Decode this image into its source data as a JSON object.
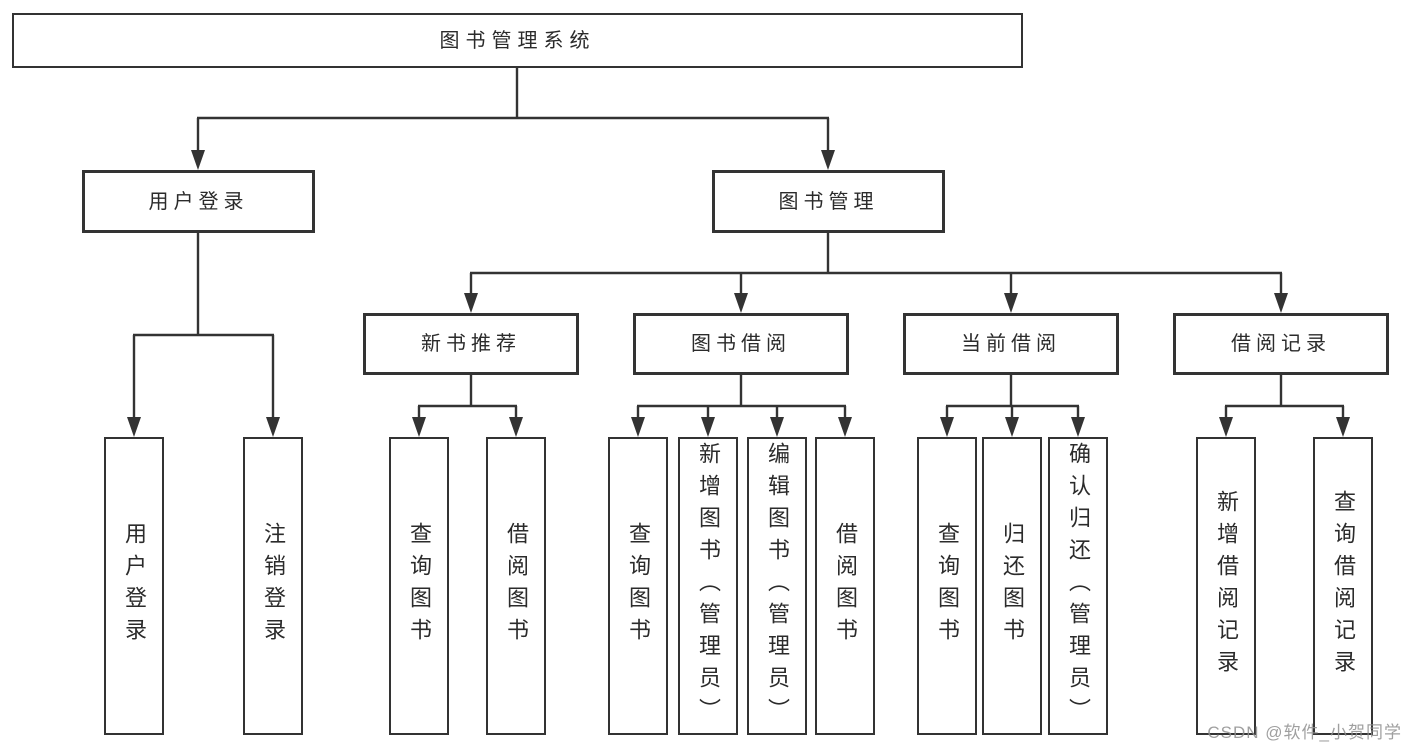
{
  "diagram_type": "hierarchy-tree",
  "colors": {
    "line": "#333333",
    "text": "#2b2b2b",
    "background": "#ffffff",
    "watermark": "#8f8f8f"
  },
  "tree": {
    "label": "图书管理系统",
    "children": [
      {
        "label": "用户登录",
        "children": [
          {
            "label": "用户登录"
          },
          {
            "label": "注销登录"
          }
        ]
      },
      {
        "label": "图书管理",
        "children": [
          {
            "label": "新书推荐",
            "children": [
              {
                "label": "查询图书"
              },
              {
                "label": "借阅图书"
              }
            ]
          },
          {
            "label": "图书借阅",
            "children": [
              {
                "label": "查询图书"
              },
              {
                "label": "新增图书（管理员）"
              },
              {
                "label": "编辑图书（管理员）"
              },
              {
                "label": "借阅图书"
              }
            ]
          },
          {
            "label": "当前借阅",
            "children": [
              {
                "label": "查询图书"
              },
              {
                "label": "归还图书"
              },
              {
                "label": "确认归还（管理员）"
              }
            ]
          },
          {
            "label": "借阅记录",
            "children": [
              {
                "label": "新增借阅记录"
              },
              {
                "label": "查询借阅记录"
              }
            ]
          }
        ]
      }
    ]
  },
  "watermark": {
    "text": "CSDN @软件_小贺同学"
  }
}
